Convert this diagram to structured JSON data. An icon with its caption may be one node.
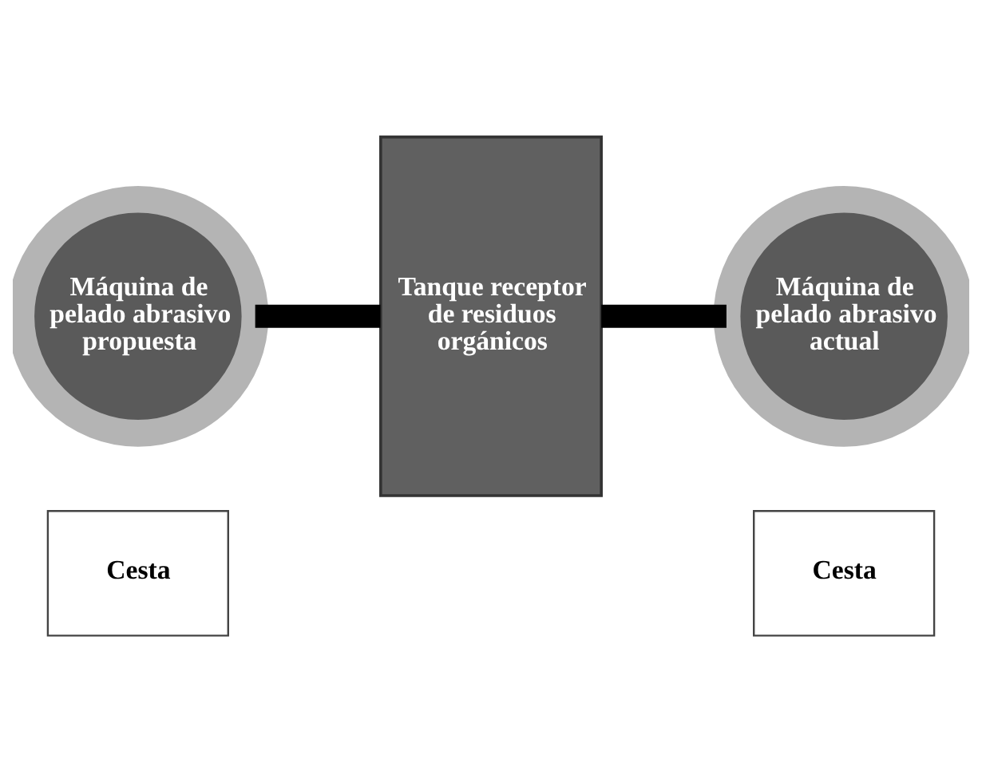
{
  "diagram": {
    "nodes": [
      {
        "text": [
          "Máquina de pelado abrasivo propuesta"
        ]
      },
      {
        "text": [
          "Cesta"
        ]
      },
      {
        "text": [
          "Tanque receptor de residuos orgánicos"
        ]
      },
      {
        "text": [
          "Máquina de pelado abrasivo actual"
        ]
      },
      {
        "text": [
          "Cesta"
        ]
      }
    ],
    "edges": [
      {
        "from": 0,
        "to": 2,
        "arrow": "none"
      },
      {
        "from": 2,
        "to": 3,
        "arrow": "none"
      }
    ]
  }
}
